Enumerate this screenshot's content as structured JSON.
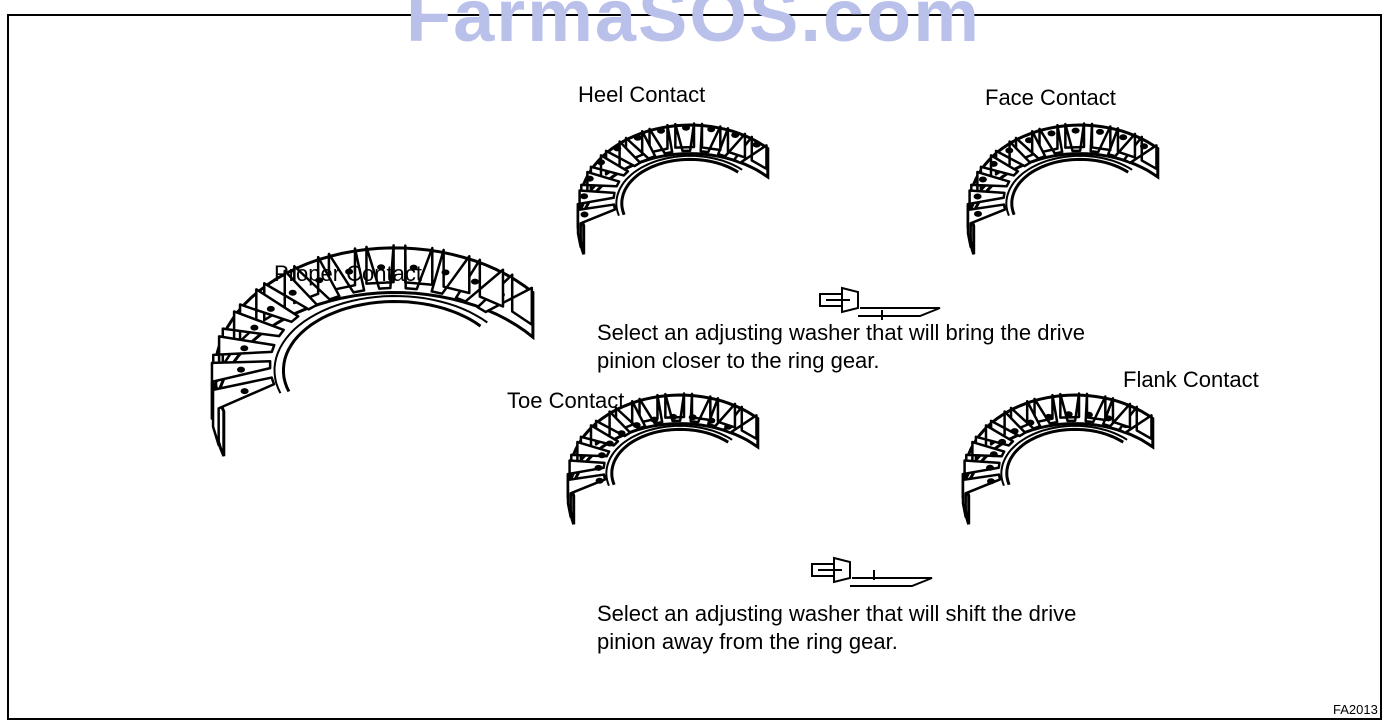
{
  "watermark": "FarmaSOS.com",
  "labels": {
    "heel": "Heel Contact",
    "face": "Face Contact",
    "proper": "Proper Contact",
    "toe": "Toe Contact",
    "flank": "Flank Contact"
  },
  "notes": {
    "closer": [
      "Select an adjusting washer that will bring the drive",
      "pinion closer to the ring gear."
    ],
    "away": [
      "Select an adjusting washer that will shift the drive",
      "pinion away from the ring gear."
    ]
  },
  "figure_code": "FA2013"
}
